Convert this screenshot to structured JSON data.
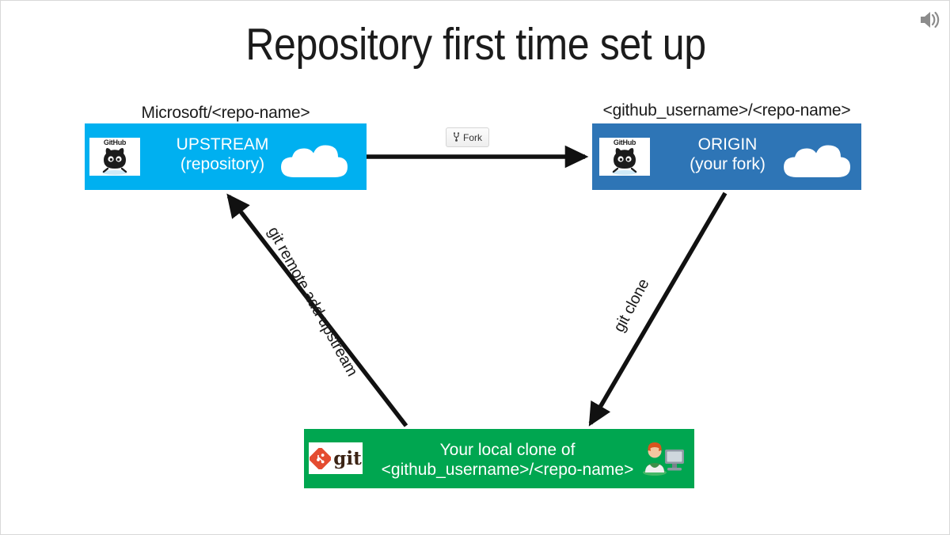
{
  "slide": {
    "title": "Repository first time set up",
    "background_color": "#FFFFFF"
  },
  "icons": {
    "speaker": "speaker-icon",
    "github": "github-octocat-icon",
    "git": "git-logo-icon",
    "cloud": "cloud-icon",
    "person_computer": "person-at-computer-icon",
    "fork": "fork-icon"
  },
  "nodes": {
    "upstream": {
      "caption": "Microsoft/<repo-name>",
      "title": "UPSTREAM",
      "subtitle": "(repository)",
      "logo_text": "GitHub",
      "color": "#00B0F0"
    },
    "origin": {
      "caption": "<github_username>/<repo-name>",
      "title": "ORIGIN",
      "subtitle": "(your fork)",
      "logo_text": "GitHub",
      "color": "#2E75B6"
    },
    "local": {
      "line1": "Your local clone of",
      "line2": "<github_username>/<repo-name>",
      "logo_text": "git",
      "color": "#00A650"
    }
  },
  "buttons": {
    "fork": "Fork"
  },
  "edges": {
    "fork_edge_label": "Fork",
    "clone_label": "git clone",
    "remote_add_label": "git remote add upstream"
  }
}
